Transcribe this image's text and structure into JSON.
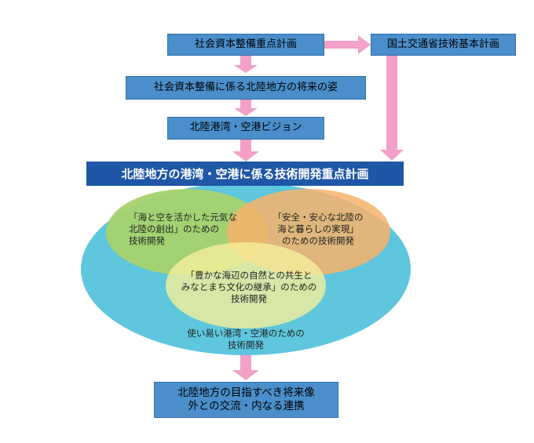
{
  "boxes": {
    "plan_top": "社会資本整備重点計画",
    "national_plan": "国土交通省技術基本計画",
    "future_vision": "社会資本整備に係る北陸地方の将来の姿",
    "port_airport_vision": "北陸港湾・空港ビジョン",
    "main_plan": "北陸地方の港湾・空港に係る技術開発重点計画",
    "goal_line1": "北陸地方の目指すべき将来像",
    "goal_line2": "外との交流・内なる連携"
  },
  "circles": {
    "green": [
      "「海と空を活かした元気な",
      "北陸の創出」のための",
      "技術開発"
    ],
    "orange": [
      "「安全・安心な北陸の",
      "海と暮らしの実現」",
      "のための技術開発"
    ],
    "yellow": [
      "「豊かな海辺の自然との共生と",
      "みなとまち文化の継承」のための",
      "技術開発"
    ],
    "outer": [
      "使い易い港湾・空港のための",
      "技術開発"
    ]
  },
  "colors": {
    "box_blue": "#4a8fcc",
    "title_blue": "#1f56a8",
    "arrow_pink": "#f2a0c8",
    "outer_ellipse": "#5ec6dd",
    "green_circle": "#a7d36d",
    "orange_circle": "#f7b36b",
    "yellow_circle": "#f4ef9a"
  }
}
